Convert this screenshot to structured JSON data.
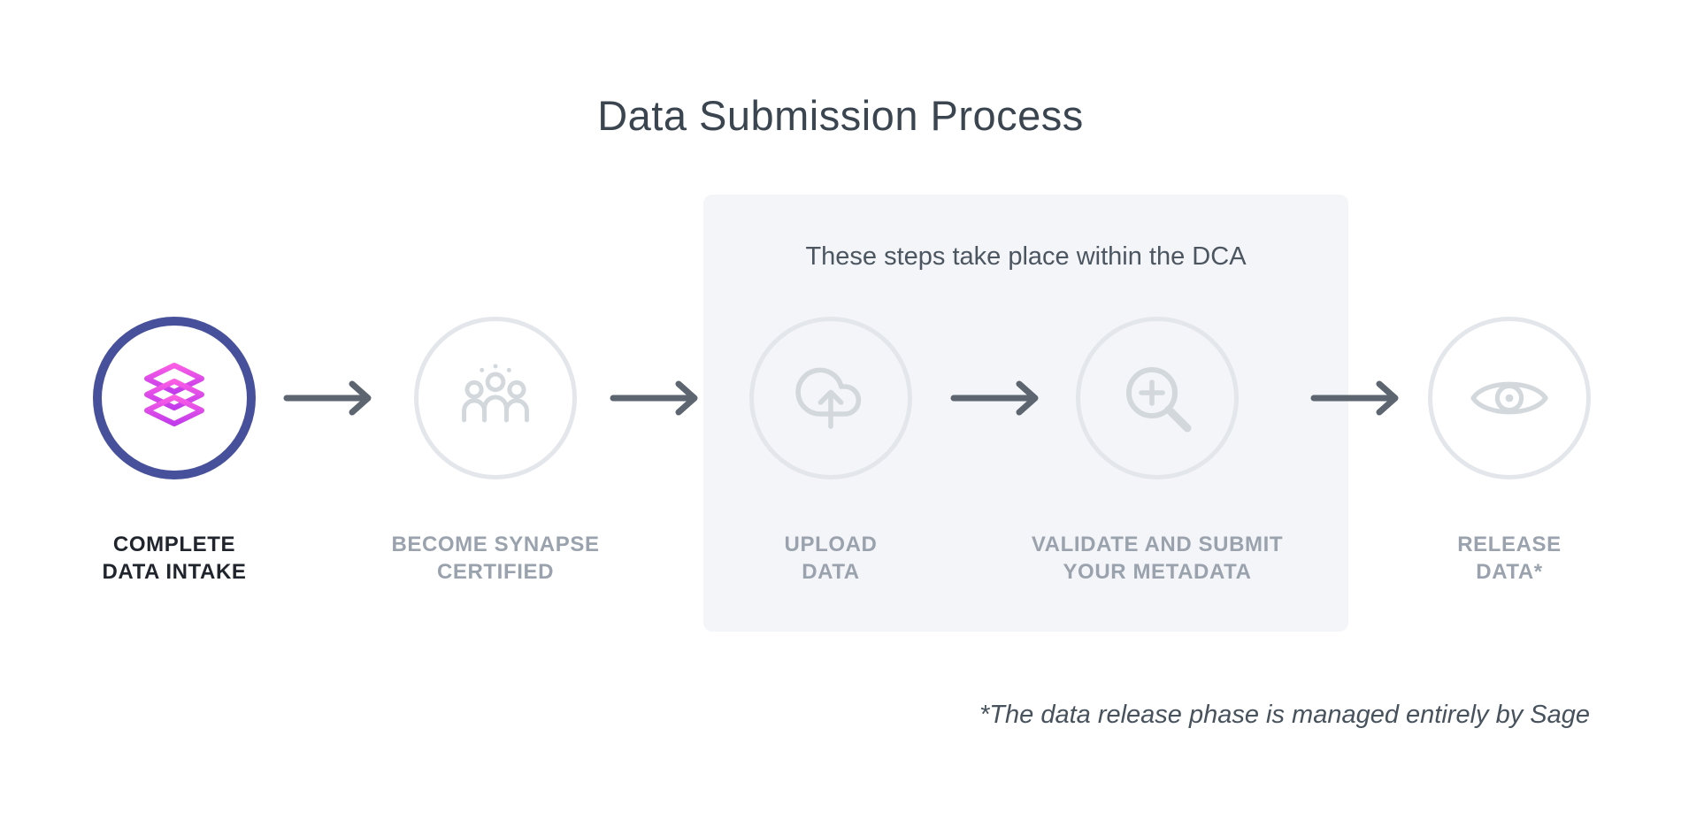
{
  "title": "Data Submission Process",
  "dca_panel": {
    "note": "These steps take place within the DCA"
  },
  "steps": [
    {
      "id": "complete-data-intake",
      "label1": "COMPLETE",
      "label2": "DATA INTAKE",
      "icon": "layers-icon",
      "active": true
    },
    {
      "id": "become-synapse-certified",
      "label1": "BECOME SYNAPSE",
      "label2": "CERTIFIED",
      "icon": "people-group-icon",
      "active": false
    },
    {
      "id": "upload-data",
      "label1": "UPLOAD",
      "label2": "DATA",
      "icon": "cloud-upload-icon",
      "active": false
    },
    {
      "id": "validate-submit-metadata",
      "label1": "VALIDATE AND SUBMIT",
      "label2": "YOUR METADATA",
      "icon": "magnifier-plus-icon",
      "active": false
    },
    {
      "id": "release-data",
      "label1": "RELEASE",
      "label2": "DATA*",
      "icon": "eye-icon",
      "active": false
    }
  ],
  "footnote": "*The data release phase is managed entirely by Sage",
  "colors": {
    "active_ring": "#47519b",
    "inactive_ring": "#e3e6ea",
    "inactive_icon": "#d3d8dd",
    "icon_gradient_start": "#fb5de4",
    "icon_gradient_end": "#c13bec",
    "arrow": "#5d6570",
    "panel_bg": "#f4f5f8",
    "active_label": "#20252d",
    "inactive_label": "#9aa3ad",
    "title_text": "#3a4550",
    "note_text": "#4b5661"
  }
}
